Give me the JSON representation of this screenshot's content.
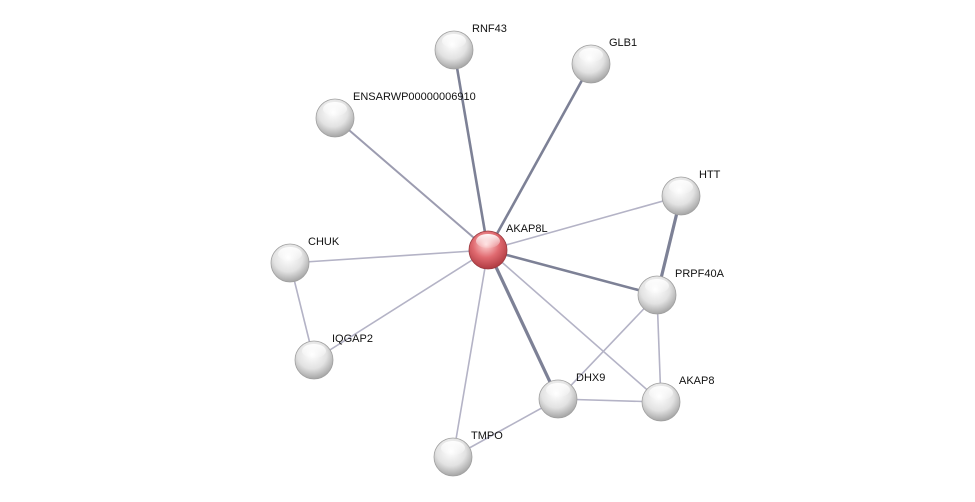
{
  "network": {
    "colors": {
      "query_node": "#d9545a",
      "node": "#d8d8d8",
      "edge_strong": "#7d8196",
      "edge_weak": "#b4b3c6"
    },
    "nodes": [
      {
        "id": "AKAP8L",
        "label": "AKAP8L",
        "query": true
      },
      {
        "id": "RNF43",
        "label": "RNF43"
      },
      {
        "id": "GLB1",
        "label": "GLB1"
      },
      {
        "id": "ENSARWP",
        "label": "ENSARWP00000006910"
      },
      {
        "id": "HTT",
        "label": "HTT"
      },
      {
        "id": "CHUK",
        "label": "CHUK"
      },
      {
        "id": "PRPF40A",
        "label": "PRPF40A"
      },
      {
        "id": "IQGAP2",
        "label": "IQGAP2"
      },
      {
        "id": "DHX9",
        "label": "DHX9"
      },
      {
        "id": "AKAP8",
        "label": "AKAP8"
      },
      {
        "id": "TMPO",
        "label": "TMPO"
      }
    ],
    "edges": [
      {
        "source": "AKAP8L",
        "target": "RNF43",
        "strength": "strong"
      },
      {
        "source": "AKAP8L",
        "target": "GLB1",
        "strength": "strong"
      },
      {
        "source": "AKAP8L",
        "target": "ENSARWP",
        "strength": "medium"
      },
      {
        "source": "AKAP8L",
        "target": "HTT",
        "strength": "weak"
      },
      {
        "source": "AKAP8L",
        "target": "CHUK",
        "strength": "weak"
      },
      {
        "source": "AKAP8L",
        "target": "PRPF40A",
        "strength": "strong"
      },
      {
        "source": "AKAP8L",
        "target": "IQGAP2",
        "strength": "weak"
      },
      {
        "source": "AKAP8L",
        "target": "DHX9",
        "strength": "strongest"
      },
      {
        "source": "AKAP8L",
        "target": "AKAP8",
        "strength": "weak"
      },
      {
        "source": "AKAP8L",
        "target": "TMPO",
        "strength": "weak"
      },
      {
        "source": "HTT",
        "target": "PRPF40A",
        "strength": "strongest"
      },
      {
        "source": "CHUK",
        "target": "IQGAP2",
        "strength": "weak"
      },
      {
        "source": "PRPF40A",
        "target": "DHX9",
        "strength": "weak"
      },
      {
        "source": "PRPF40A",
        "target": "AKAP8",
        "strength": "weak"
      },
      {
        "source": "DHX9",
        "target": "AKAP8",
        "strength": "weak"
      },
      {
        "source": "DHX9",
        "target": "TMPO",
        "strength": "weak"
      }
    ]
  }
}
